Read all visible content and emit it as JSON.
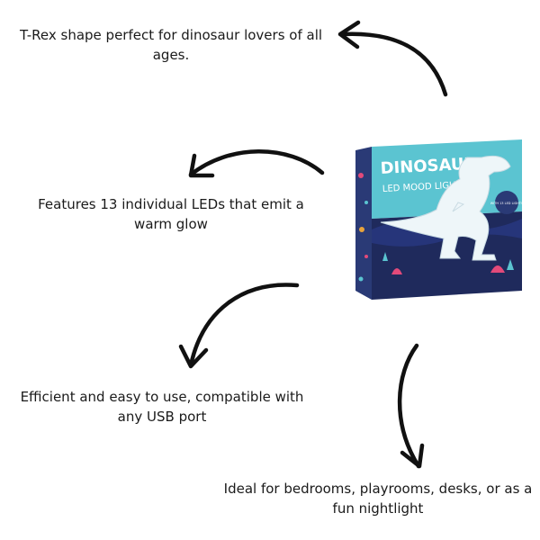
{
  "features": [
    {
      "text": "T-Rex shape perfect for dinosaur lovers of all ages."
    },
    {
      "text": "Features 13 individual LEDs that emit a warm glow"
    },
    {
      "text": "Efficient and easy to use, compatible with any USB port"
    },
    {
      "text": "Ideal for bedrooms, playrooms, desks, or as a fun nightlight"
    }
  ],
  "product_box": {
    "title": "DINOSAUR",
    "subtitle": "LED MOOD LIGHT",
    "badge": "WITH 13 LED LIGHTS",
    "colors": {
      "top": "#5bc4d1",
      "bottom": "#1f2a5c",
      "accent": "#e8f3f8"
    }
  }
}
